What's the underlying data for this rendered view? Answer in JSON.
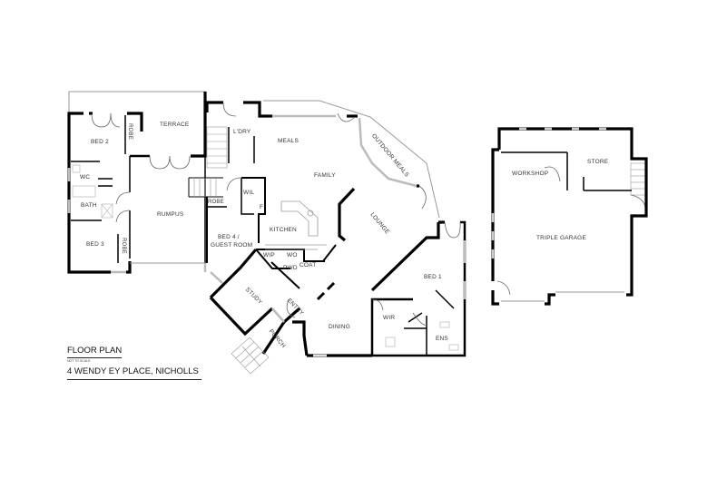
{
  "plan": {
    "title": "FLOOR PLAN",
    "scale_note": "NOT TO SCALE",
    "address": "4 WENDY EY PLACE, NICHOLLS",
    "colors": {
      "wall": "#000000",
      "thin_line": "#888888",
      "window": "#cccccc",
      "label": "#333333",
      "background": "#ffffff"
    }
  },
  "rooms": {
    "terrace": "TERRACE",
    "bed2": "BED 2",
    "robe_bed2": "ROBE",
    "wc": "WC",
    "bath": "BATH",
    "rumpus": "RUMPUS",
    "bed3": "BED 3",
    "robe_bed3": "ROBE",
    "laundry": "L'DRY",
    "meals": "MEALS",
    "family": "FAMILY",
    "outdoor_meals": "OUTDOOR MEALS",
    "wil": "WIL",
    "robe_bed4": "ROBE",
    "fridge": "F",
    "bed4": "BED 4 /",
    "bed4_line2": "GUEST ROOM",
    "kitchen": "KITCHEN",
    "lounge": "LOUNGE",
    "wip": "WIP",
    "wo": "WO",
    "pwd": "PWD",
    "coat": "COAT",
    "study": "STUDY",
    "entry": "ENTRY",
    "porch": "PORCH",
    "dining": "DINING",
    "bed1": "BED 1",
    "wir": "WIR",
    "ens": "ENS",
    "workshop": "WORKSHOP",
    "store": "STORE",
    "triple_garage": "TRIPLE GARAGE"
  }
}
